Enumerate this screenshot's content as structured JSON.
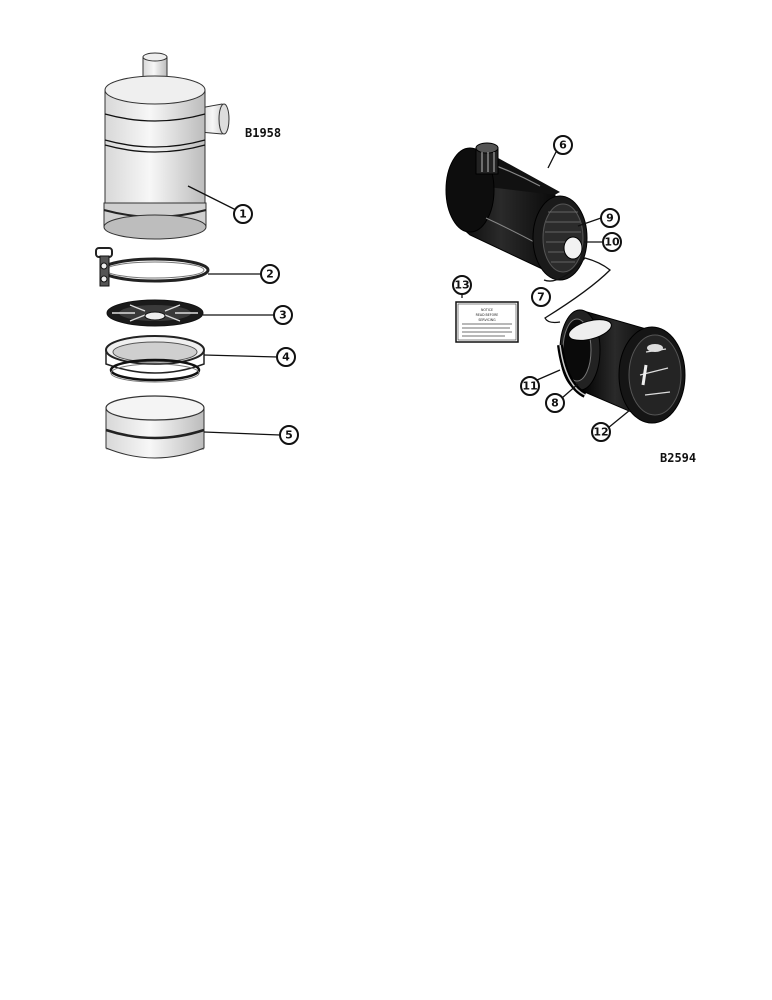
{
  "figures": [
    {
      "code": "B1958",
      "callouts": [
        "1",
        "2",
        "3",
        "4",
        "5"
      ]
    },
    {
      "code": "B2594",
      "callouts": [
        "6",
        "7",
        "8",
        "9",
        "10",
        "11",
        "12",
        "13"
      ]
    }
  ],
  "decal": {
    "lines": [
      "NOTICE",
      "READ BEFORE",
      "SERVICING"
    ]
  },
  "colors": {
    "ink": "#111111",
    "paper": "#ffffff"
  }
}
